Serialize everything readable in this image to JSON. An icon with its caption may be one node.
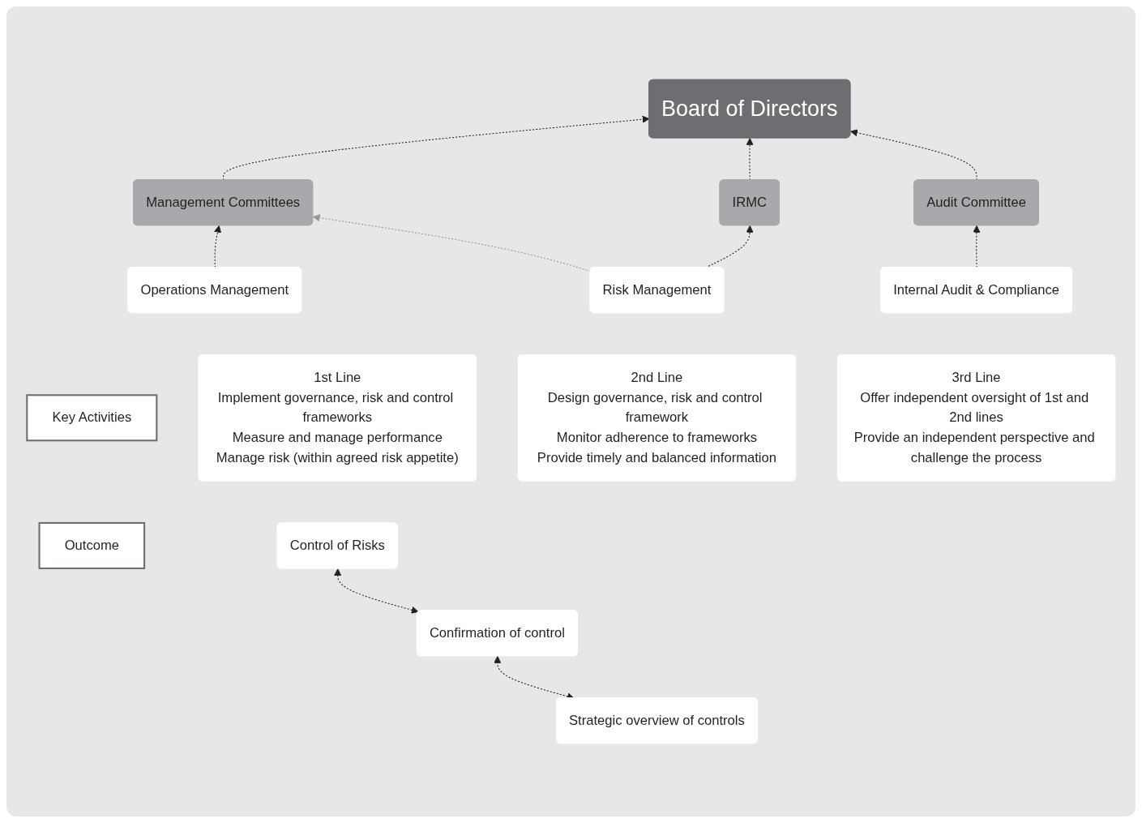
{
  "diagram": {
    "nodes": [
      {
        "text": [
          "Board of Directors"
        ]
      },
      {
        "text": [
          "Management Committees"
        ]
      },
      {
        "text": [
          "IRMC"
        ]
      },
      {
        "text": [
          "Audit Committee"
        ]
      },
      {
        "text": [
          "Operations Management"
        ]
      },
      {
        "text": [
          "Risk Management"
        ]
      },
      {
        "text": [
          "Internal Audit & Compliance"
        ]
      },
      {
        "text": [
          "Key Activities"
        ]
      },
      {
        "text": [
          "1st Line",
          "Implement governance, risk and control frameworks",
          "Measure and manage performance",
          "Manage risk (within agreed risk appetite)"
        ]
      },
      {
        "text": [
          "2nd Line",
          "Design governance, risk and control framework",
          "Monitor adherence to frameworks",
          "Provide timely and balanced information"
        ]
      },
      {
        "text": [
          "3rd Line",
          "Offer independent oversight of 1st and 2nd lines",
          "Provide an independent perspective and challenge the process"
        ]
      },
      {
        "text": [
          "Outcome"
        ]
      },
      {
        "text": [
          "Control of Risks"
        ]
      },
      {
        "text": [
          "Confirmation of control"
        ]
      },
      {
        "text": [
          "Strategic overview of controls"
        ]
      }
    ],
    "edges": [
      {
        "from": 1,
        "to": 0,
        "arrow": "to",
        "style": "dashed"
      },
      {
        "from": 2,
        "to": 0,
        "arrow": "to",
        "style": "dashed"
      },
      {
        "from": 3,
        "to": 0,
        "arrow": "to",
        "style": "dashed"
      },
      {
        "from": 4,
        "to": 1,
        "arrow": "to",
        "style": "dashed"
      },
      {
        "from": 5,
        "to": 1,
        "arrow": "to",
        "style": "dashed",
        "color": "#999999"
      },
      {
        "from": 5,
        "to": 2,
        "arrow": "to",
        "style": "dashed"
      },
      {
        "from": 6,
        "to": 3,
        "arrow": "to",
        "style": "dashed"
      },
      {
        "from": 12,
        "to": 13,
        "arrow": "both",
        "style": "dashed"
      },
      {
        "from": 13,
        "to": 14,
        "arrow": "both",
        "style": "dashed"
      }
    ]
  }
}
